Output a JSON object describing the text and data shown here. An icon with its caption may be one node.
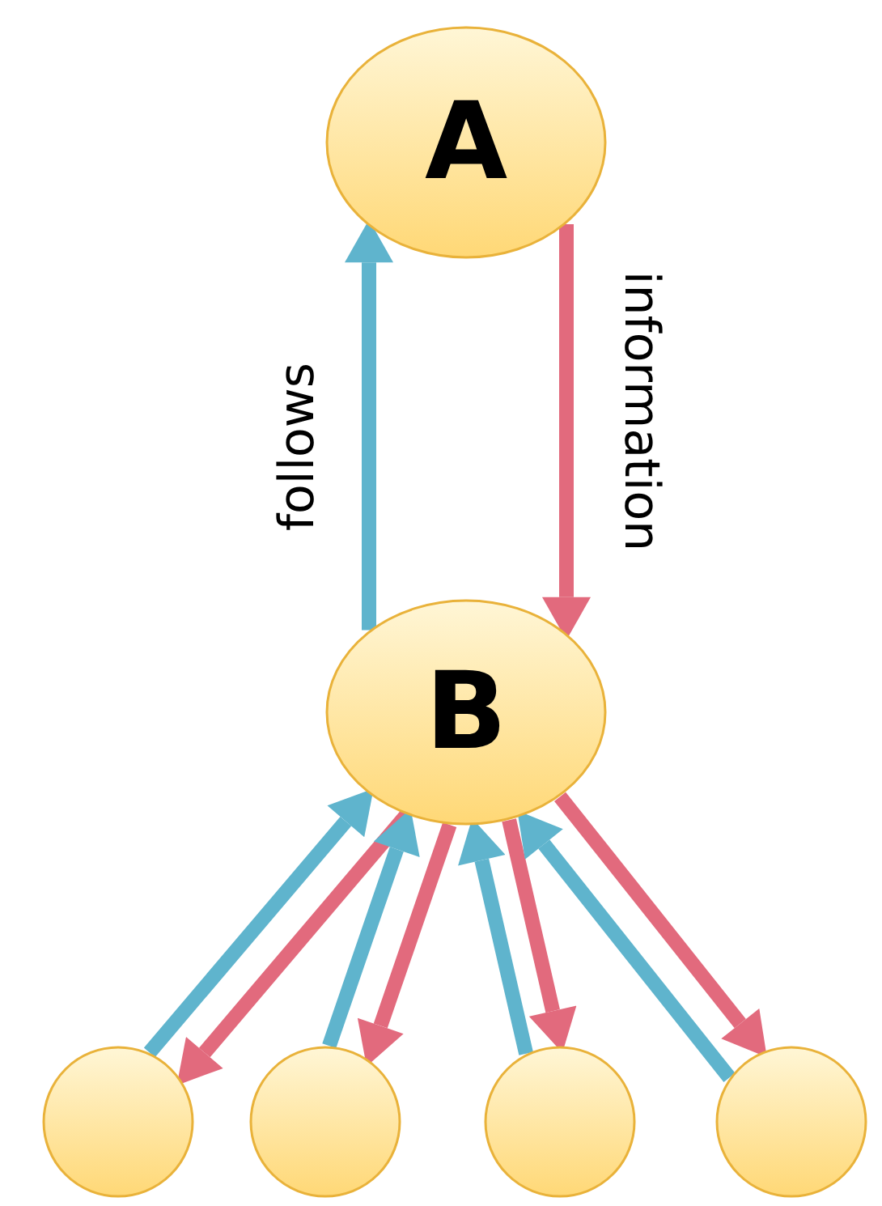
{
  "diagram": {
    "nodes": [
      {
        "text": [
          "A"
        ]
      },
      {
        "text": [
          "B"
        ]
      },
      {
        "text": [],
        "shape": "circle"
      },
      {
        "text": [],
        "shape": "circle"
      },
      {
        "text": [],
        "shape": "circle"
      },
      {
        "text": [],
        "shape": "circle"
      }
    ],
    "edges": [
      {
        "from": 1,
        "to": 0,
        "arrow": "to",
        "label": "follows",
        "color": "#5fb4cd"
      },
      {
        "from": 0,
        "to": 1,
        "arrow": "to",
        "label": "information",
        "color": "#e26a7d"
      },
      {
        "from": 2,
        "to": 1,
        "arrow": "to",
        "color": "#5fb4cd"
      },
      {
        "from": 1,
        "to": 2,
        "arrow": "to",
        "color": "#e26a7d"
      },
      {
        "from": 3,
        "to": 1,
        "arrow": "to",
        "color": "#5fb4cd"
      },
      {
        "from": 1,
        "to": 3,
        "arrow": "to",
        "color": "#e26a7d"
      },
      {
        "from": 4,
        "to": 1,
        "arrow": "to",
        "color": "#5fb4cd"
      },
      {
        "from": 1,
        "to": 4,
        "arrow": "to",
        "color": "#e26a7d"
      },
      {
        "from": 5,
        "to": 1,
        "arrow": "to",
        "color": "#5fb4cd"
      },
      {
        "from": 1,
        "to": 5,
        "arrow": "to",
        "color": "#e26a7d"
      }
    ]
  }
}
